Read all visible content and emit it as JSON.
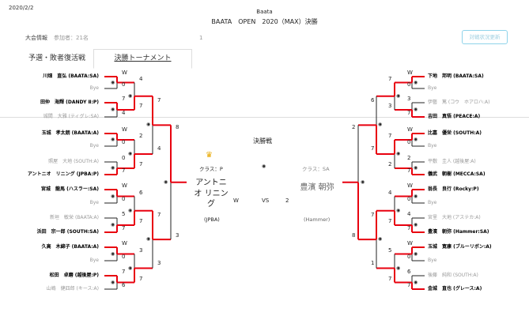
{
  "header": {
    "date": "2020/2/2",
    "brand": "Baata",
    "title": "BAATA　OPEN　2020（MAX）決勝"
  },
  "info": {
    "label": "大会情報",
    "count": "参加者：21名",
    "one": "1",
    "refresh_label": "対戦状況更新"
  },
  "tabs": [
    "予選・敗者復活戦",
    "決勝トーナメント"
  ],
  "final": {
    "label": "決勝戦",
    "winner_icon": "crown-icon",
    "left": {
      "class": "クラス：P",
      "name": "アントニオ リニング",
      "team": "(JPBA)",
      "result": "W"
    },
    "vs": "VS",
    "right": {
      "class": "クラス：SA",
      "name": "豊濱 朝弥",
      "team": "(Hammer)",
      "score": "2"
    }
  },
  "left_players": [
    {
      "name": "川畑　直弘 (BAATA:SA)",
      "bold": true,
      "score": "W"
    },
    {
      "name": "Bye",
      "bold": false,
      "score": "0"
    },
    {
      "name": "田仲　海輝 (DANDY Ⅱ:P)",
      "bold": true,
      "score": "7"
    },
    {
      "name": "城間　大雅 (ティグレ:SA)",
      "bold": false,
      "score": "4"
    },
    {
      "name": "玉城　孝太朗 (BAATA:A)",
      "bold": true,
      "score": "W"
    },
    {
      "name": "Bye",
      "bold": false,
      "score": "0"
    },
    {
      "name": "照屋　大地 (SOUTH:A)",
      "bold": false,
      "score": "0"
    },
    {
      "name": "アントニオ　リニング (JPBA:P)",
      "bold": true,
      "score": "7"
    },
    {
      "name": "宮城　龍馬 (ハスラー:SA)",
      "bold": true,
      "score": "W"
    },
    {
      "name": "Bye",
      "bold": false,
      "score": "0"
    },
    {
      "name": "新垣　敏栄 (BAATA:A)",
      "bold": false,
      "score": "5"
    },
    {
      "name": "浜田　宗一郎 (SOUTH:SA)",
      "bold": true,
      "score": "7"
    },
    {
      "name": "久高　木綿子 (BAATA:A)",
      "bold": true,
      "score": "W"
    },
    {
      "name": "Bye",
      "bold": false,
      "score": "0"
    },
    {
      "name": "松田　卓磨 (越後屋:P)",
      "bold": true,
      "score": "7"
    },
    {
      "name": "山嶋　健四郎 (キース:A)",
      "bold": false,
      "score": "6"
    }
  ],
  "left_r2": [
    "4",
    "7",
    "2",
    "7",
    "6",
    "7",
    "3",
    "7"
  ],
  "left_r3": [
    "7",
    "4",
    "7",
    "3"
  ],
  "left_r4": [
    "8",
    "3"
  ],
  "right_players": [
    {
      "name": "下地　邦明 (BAATA:SA)",
      "bold": true,
      "score": "W"
    },
    {
      "name": "Bye",
      "bold": false,
      "score": "0"
    },
    {
      "name": "伊藝　篤 (コウ　ホアロハ:A)",
      "bold": false,
      "score": "3"
    },
    {
      "name": "吉田　真悟 (PEACE:A)",
      "bold": true,
      "score": "7"
    },
    {
      "name": "比嘉　優栄 (SOUTH:A)",
      "bold": true,
      "score": "W"
    },
    {
      "name": "Bye",
      "bold": false,
      "score": "0"
    },
    {
      "name": "平敷　圭人 (越後屋:A)",
      "bold": false,
      "score": "2"
    },
    {
      "name": "儀武　朝樹 (MECCA:SA)",
      "bold": true,
      "score": "7"
    },
    {
      "name": "翁長　良行 (Rocky:P)",
      "bold": true,
      "score": "W"
    },
    {
      "name": "Bye",
      "bold": false,
      "score": "0"
    },
    {
      "name": "宮里　大地 (アステカ:A)",
      "bold": false,
      "score": "4"
    },
    {
      "name": "豊濱　朝弥 (Hammer:SA)",
      "bold": true,
      "score": "7"
    },
    {
      "name": "玉城　寛康 (ブルーリボン:A)",
      "bold": true,
      "score": "W"
    },
    {
      "name": "Bye",
      "bold": false,
      "score": "0"
    },
    {
      "name": "後藤　純和 (SOUTH:A)",
      "bold": false,
      "score": "6"
    },
    {
      "name": "金城　直也 (グレース:A)",
      "bold": true,
      "score": "7"
    }
  ],
  "right_r2": [
    "7",
    "3",
    "7",
    "2",
    "4",
    "7",
    "5",
    "7"
  ],
  "right_r3": [
    "6",
    "7",
    "7",
    "1"
  ],
  "right_r4": [
    "2",
    "8"
  ],
  "colors": {
    "bracket": "#e8000f",
    "line": "#222222",
    "refresh_border": "#8fd3ea"
  }
}
